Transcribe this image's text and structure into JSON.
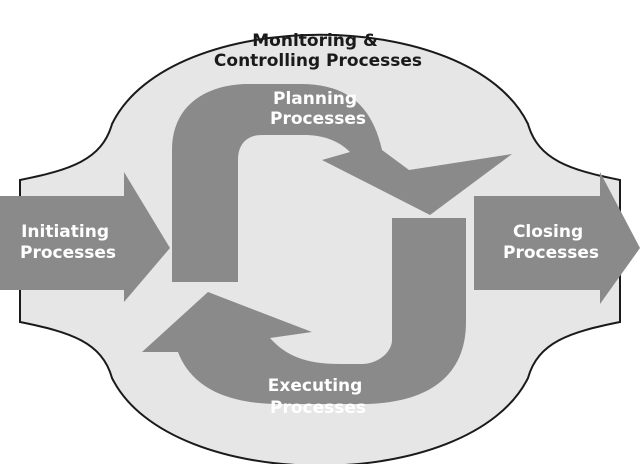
{
  "diagram": {
    "monitoring": {
      "line1": "Monitoring &",
      "line2": "Controlling Processes"
    },
    "planning": {
      "line1": "Planning",
      "line2": "Processes"
    },
    "executing": {
      "line1": "Executing",
      "line2": "Processes"
    },
    "initiating": {
      "line1": "Initiating",
      "line2": "Processes"
    },
    "closing": {
      "line1": "Closing",
      "line2": "Processes"
    }
  },
  "colors": {
    "background": "#ffffff",
    "circle_fill": "#e6e6e6",
    "outline": "#1a1a1a",
    "arrow_fill": "#8a8a8a",
    "label_dark": "#1a1a1a",
    "label_light": "#ffffff"
  }
}
